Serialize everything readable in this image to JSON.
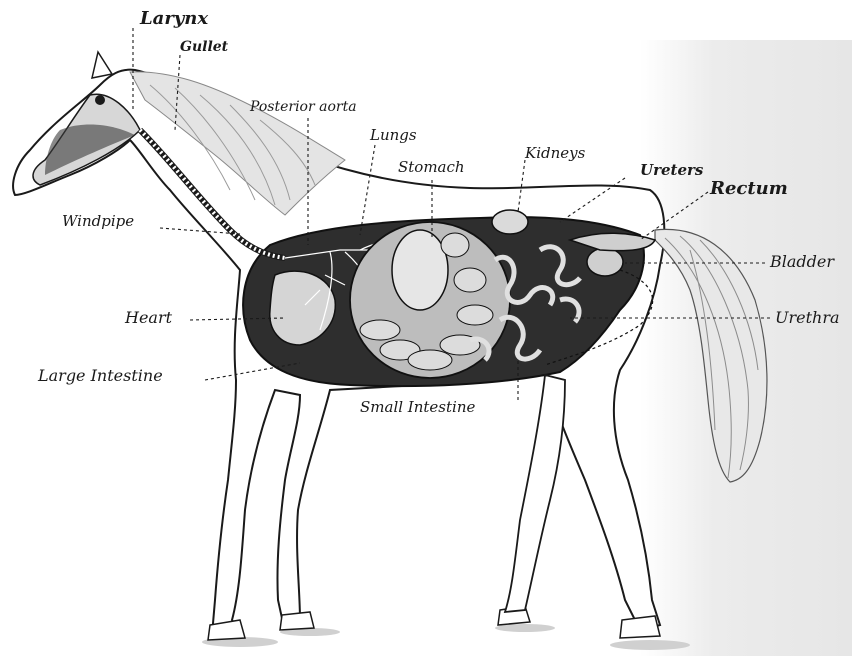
{
  "labels": {
    "larynx": "Larynx",
    "gullet": "Gullet",
    "posterior_aorta": "Posterior aorta",
    "lungs": "Lungs",
    "stomach": "Stomach",
    "kidneys": "Kidneys",
    "ureters": "Ureters",
    "rectum": "Rectum",
    "windpipe": "Windpipe",
    "bladder": "Bladder",
    "heart": "Heart",
    "urethra": "Urethra",
    "large_intestine": "Large Intestine",
    "small_intestine": "Small Intestine"
  }
}
